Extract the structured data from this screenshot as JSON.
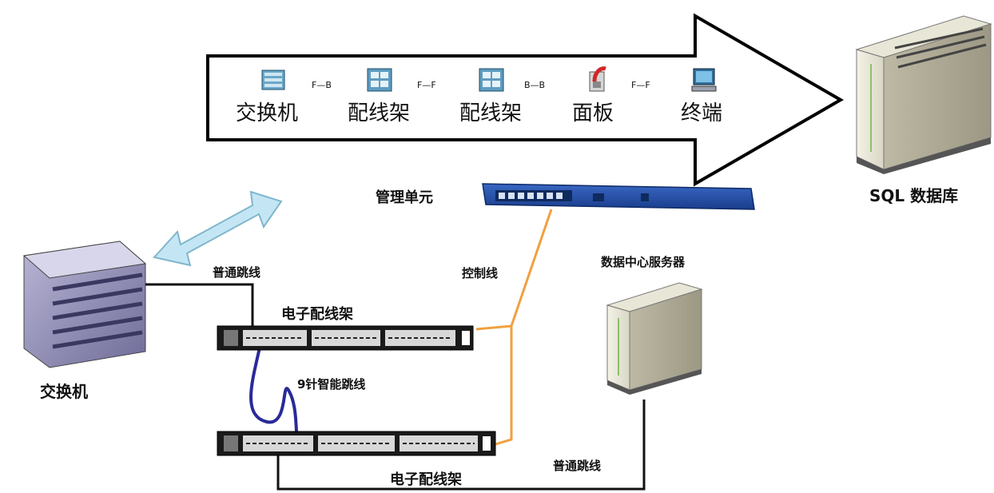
{
  "flow": {
    "nodes": [
      "交换机",
      "配线架",
      "配线架",
      "面板",
      "终端"
    ],
    "links": [
      "F—B",
      "F—F",
      "B—B",
      "F—F"
    ]
  },
  "labels": {
    "sql_db": "SQL 数据库",
    "mgmt_unit": "管理单元",
    "switch": "交换机",
    "patch_upper": "电子配线架",
    "patch_lower": "电子配线架",
    "dc_server": "数据中心服务器",
    "normal_cable_top": "普通跳线",
    "normal_cable_bottom": "普通跳线",
    "control_cable": "控制线",
    "smart_cable": "9针智能跳线"
  },
  "colors": {
    "control_line": "#f0a040",
    "smart_cable": "#2a2a9a",
    "normal_line": "#111111",
    "mgmt_panel": "#1f4fae",
    "double_arrow": "#c4e6f4"
  },
  "icons": [
    "switch-icon",
    "patch-panel-icon",
    "faceplate-icon",
    "terminal-icon",
    "server-icon"
  ]
}
